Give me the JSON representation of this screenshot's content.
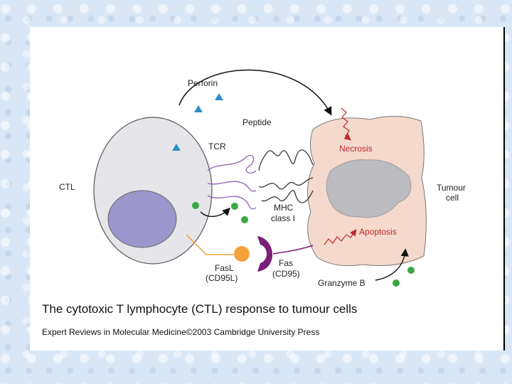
{
  "diagram": {
    "labels": {
      "perforin": "Perforin",
      "peptide": "Peptide",
      "tcr": "TCR",
      "ctl": "CTL",
      "necrosis": "Necrosis",
      "apoptosis": "Apoptosis",
      "tumour_line1": "Tumour",
      "tumour_line2": "cell",
      "mhc_line1": "MHC",
      "mhc_line2": "class I",
      "fasl_line1": "FasL",
      "fasl_line2": "(CD95L)",
      "fas_line1": "Fas",
      "fas_line2": "(CD95)",
      "granzyme": "Granzyme B"
    },
    "colors": {
      "ctl_cell": "#e6e6ea",
      "ctl_nucleus": "#9b96cc",
      "tumour_cell": "#f4d9cc",
      "tumour_nucleus": "#bcbcc0",
      "perforin": "#2a8fc8",
      "granzyme": "#3aa845",
      "fasl": "#f5a23a",
      "fas": "#7a1f7a",
      "effect_label": "#c0282e"
    }
  },
  "caption": "The cytotoxic T lymphocyte (CTL) response to tumour cells",
  "credit": "Expert Reviews in Molecular Medicine©2003 Cambridge University Press"
}
